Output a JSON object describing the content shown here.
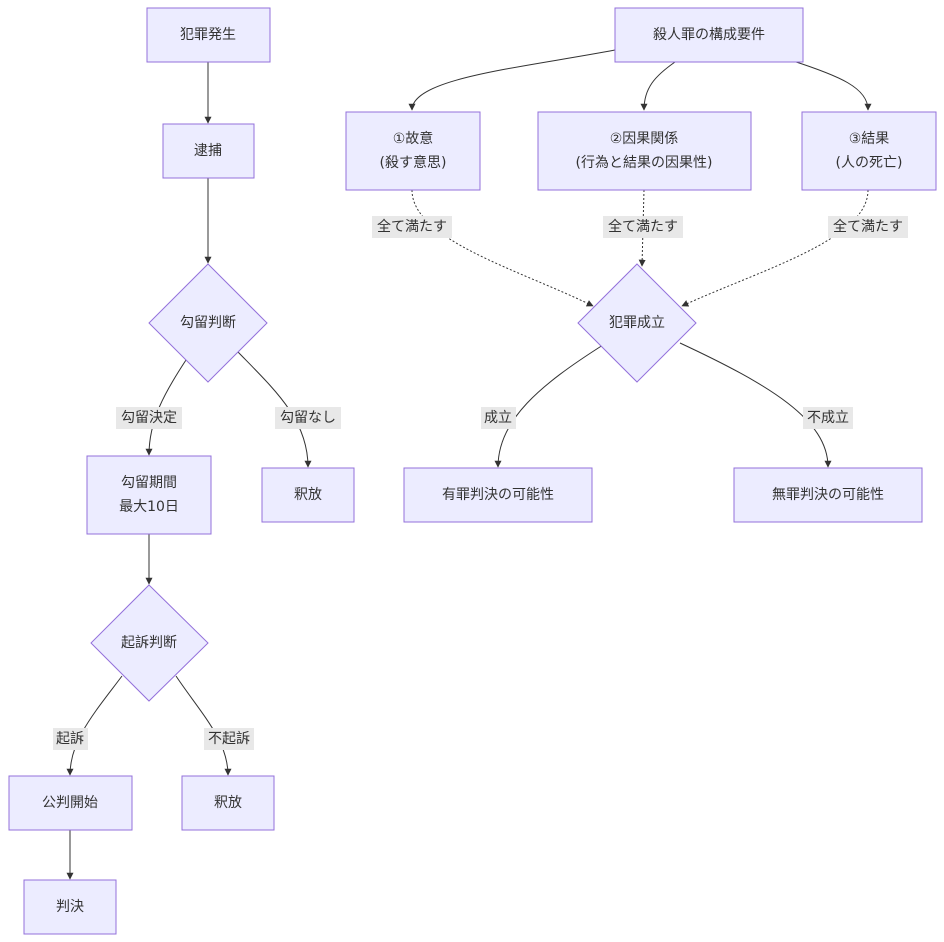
{
  "flowchart_left": {
    "n_crime": "犯罪発生",
    "n_arrest": "逮捕",
    "n_detention_decision": "勾留判断",
    "n_detention_period": [
      "勾留期間",
      "最大10日"
    ],
    "n_release_1": "釈放",
    "n_prosecution_decision": "起訴判断",
    "n_trial_start": "公判開始",
    "n_release_2": "釈放",
    "n_judgment": "判決",
    "e_detention_decided": "勾留決定",
    "e_no_detention": "勾留なし",
    "e_prosecute": "起訴",
    "e_not_prosecute": "不起訴"
  },
  "flowchart_right": {
    "n_requirements": "殺人罪の構成要件",
    "n_intent": [
      "①故意",
      "(殺す意思)"
    ],
    "n_causation": [
      "②因果関係",
      "(行為と結果の因果性)"
    ],
    "n_result": [
      "③結果",
      "(人の死亡)"
    ],
    "n_crime_established": "犯罪成立",
    "n_guilty_possible": "有罪判決の可能性",
    "n_not_guilty_possible": "無罪判決の可能性",
    "e_all_met_1": "全て満たす",
    "e_all_met_2": "全て満たす",
    "e_all_met_3": "全て満たす",
    "e_established": "成立",
    "e_not_established": "不成立"
  },
  "colors": {
    "node_fill": "#ECECFF",
    "node_stroke": "#9370DB",
    "edge": "#333333",
    "edge_label_bg": "#e8e8e8",
    "text": "#333333"
  }
}
